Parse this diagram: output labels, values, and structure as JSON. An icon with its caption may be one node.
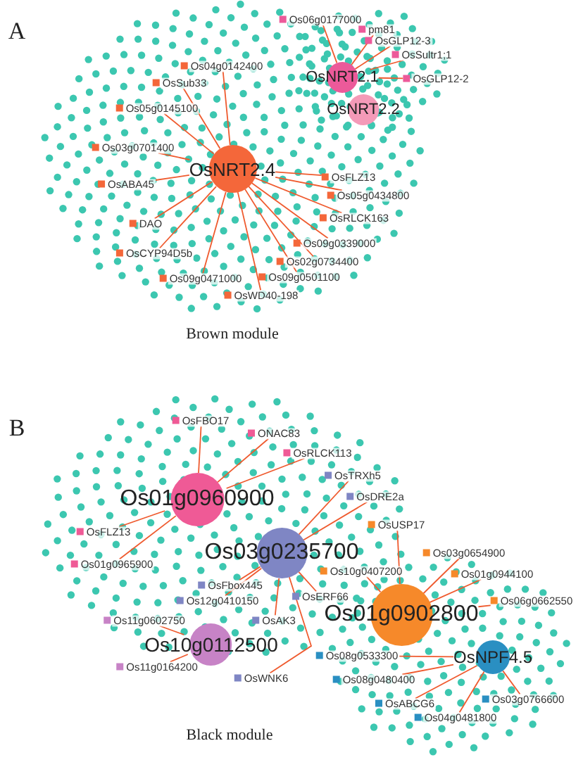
{
  "diagram": {
    "nodes": [
      {
        "text": [
          "OsNRT2.4"
        ]
      },
      {
        "text": [
          "OsNRT2.1"
        ]
      },
      {
        "text": [
          "OsNRT2.2"
        ]
      },
      {
        "text": [
          "Os06g0177000"
        ]
      },
      {
        "text": [
          "pm81"
        ]
      },
      {
        "text": [
          "OsGLP12-3"
        ]
      },
      {
        "text": [
          "OsSultr1;1"
        ]
      },
      {
        "text": [
          "OsGLP12-2"
        ]
      },
      {
        "text": [
          "Os04g0142400"
        ]
      },
      {
        "text": [
          "OsSub33"
        ]
      },
      {
        "text": [
          "Os05g0145100"
        ]
      },
      {
        "text": [
          "Os03g0701400"
        ]
      },
      {
        "text": [
          "OsABA45"
        ]
      },
      {
        "text": [
          "OsFLZ13"
        ]
      },
      {
        "text": [
          "Os05g0434800"
        ]
      },
      {
        "text": [
          "OsRLCK163"
        ]
      },
      {
        "text": [
          "DAO"
        ]
      },
      {
        "text": [
          "OsCYP94D5b"
        ]
      },
      {
        "text": [
          "Os09g0339000"
        ]
      },
      {
        "text": [
          "Os02g0734400"
        ]
      },
      {
        "text": [
          "Os09g0471000"
        ]
      },
      {
        "text": [
          "Os09g0501100"
        ]
      },
      {
        "text": [
          "OsWD40-198"
        ]
      },
      {
        "text": [
          "Os01g0960900"
        ]
      },
      {
        "text": [
          "Os03g0235700"
        ]
      },
      {
        "text": [
          "Os01g0902800"
        ]
      },
      {
        "text": [
          "Os10g0112500"
        ]
      },
      {
        "text": [
          "OsNPF4.5"
        ]
      },
      {
        "text": [
          "OsFBO17"
        ]
      },
      {
        "text": [
          "ONAC83"
        ]
      },
      {
        "text": [
          "OsRLCK113"
        ]
      },
      {
        "text": [
          "OsTRXh5"
        ]
      },
      {
        "text": [
          "OsDRE2a"
        ]
      },
      {
        "text": [
          "OsUSP17"
        ]
      },
      {
        "text": [
          "OsFLZ13"
        ]
      },
      {
        "text": [
          "Os01g0965900"
        ]
      },
      {
        "text": [
          "Os03g0654900"
        ]
      },
      {
        "text": [
          "Os10g0407200"
        ]
      },
      {
        "text": [
          "Os01g0944100"
        ]
      },
      {
        "text": [
          "OsFbox445"
        ]
      },
      {
        "text": [
          "Os12g0410150"
        ]
      },
      {
        "text": [
          "OsERF66"
        ]
      },
      {
        "text": [
          "Os06g0662550"
        ]
      },
      {
        "text": [
          "Os11g0602750"
        ]
      },
      {
        "text": [
          "OsAK3"
        ]
      },
      {
        "text": [
          "Os11g0164200"
        ]
      },
      {
        "text": [
          "OsWNK6"
        ]
      },
      {
        "text": [
          "Os08g0533300"
        ]
      },
      {
        "text": [
          "Os08g0480400"
        ]
      },
      {
        "text": [
          "OsABCG6"
        ]
      },
      {
        "text": [
          "Os04g0481800"
        ]
      },
      {
        "text": [
          "Os03g0766600"
        ]
      }
    ],
    "edges": [
      {
        "from": 1,
        "to": 3,
        "arrow": "none"
      },
      {
        "from": 1,
        "to": 4,
        "arrow": "none"
      },
      {
        "from": 1,
        "to": 5,
        "arrow": "none"
      },
      {
        "from": 1,
        "to": 6,
        "arrow": "none"
      },
      {
        "from": 1,
        "to": 7,
        "arrow": "none"
      },
      {
        "from": 0,
        "to": 8,
        "arrow": "none"
      },
      {
        "from": 0,
        "to": 9,
        "arrow": "none"
      },
      {
        "from": 0,
        "to": 10,
        "arrow": "none"
      },
      {
        "from": 0,
        "to": 11,
        "arrow": "none"
      },
      {
        "from": 0,
        "to": 12,
        "arrow": "none"
      },
      {
        "from": 0,
        "to": 13,
        "arrow": "none"
      },
      {
        "from": 0,
        "to": 14,
        "arrow": "none"
      },
      {
        "from": 0,
        "to": 15,
        "arrow": "none"
      },
      {
        "from": 0,
        "to": 16,
        "arrow": "none"
      },
      {
        "from": 0,
        "to": 17,
        "arrow": "none"
      },
      {
        "from": 0,
        "to": 18,
        "arrow": "none"
      },
      {
        "from": 0,
        "to": 19,
        "arrow": "none"
      },
      {
        "from": 0,
        "to": 20,
        "arrow": "none"
      },
      {
        "from": 0,
        "to": 21,
        "arrow": "none"
      },
      {
        "from": 0,
        "to": 22,
        "arrow": "none"
      },
      {
        "from": 23,
        "to": 28,
        "arrow": "none"
      },
      {
        "from": 23,
        "to": 29,
        "arrow": "none"
      },
      {
        "from": 23,
        "to": 30,
        "arrow": "none"
      },
      {
        "from": 24,
        "to": 31,
        "arrow": "none"
      },
      {
        "from": 24,
        "to": 32,
        "arrow": "none"
      },
      {
        "from": 25,
        "to": 33,
        "arrow": "none"
      },
      {
        "from": 23,
        "to": 34,
        "arrow": "none"
      },
      {
        "from": 23,
        "to": 35,
        "arrow": "none"
      },
      {
        "from": 25,
        "to": 36,
        "arrow": "none"
      },
      {
        "from": 25,
        "to": 37,
        "arrow": "none"
      },
      {
        "from": 25,
        "to": 38,
        "arrow": "none"
      },
      {
        "from": 24,
        "to": 39,
        "arrow": "none"
      },
      {
        "from": 24,
        "to": 40,
        "arrow": "none"
      },
      {
        "from": 24,
        "to": 41,
        "arrow": "none"
      },
      {
        "from": 25,
        "to": 42,
        "arrow": "none"
      },
      {
        "from": 26,
        "to": 43,
        "arrow": "none"
      },
      {
        "from": 24,
        "to": 44,
        "arrow": "none"
      },
      {
        "from": 26,
        "to": 45,
        "arrow": "none"
      },
      {
        "from": 24,
        "to": 46,
        "arrow": "none"
      },
      {
        "from": 27,
        "to": 47,
        "arrow": "none"
      },
      {
        "from": 27,
        "to": 48,
        "arrow": "none"
      },
      {
        "from": 27,
        "to": 49,
        "arrow": "none"
      },
      {
        "from": 27,
        "to": 50,
        "arrow": "none"
      },
      {
        "from": 27,
        "to": 51,
        "arrow": "none"
      }
    ],
    "labels": [
      "A",
      "Brown module",
      "B",
      "Black module"
    ]
  }
}
